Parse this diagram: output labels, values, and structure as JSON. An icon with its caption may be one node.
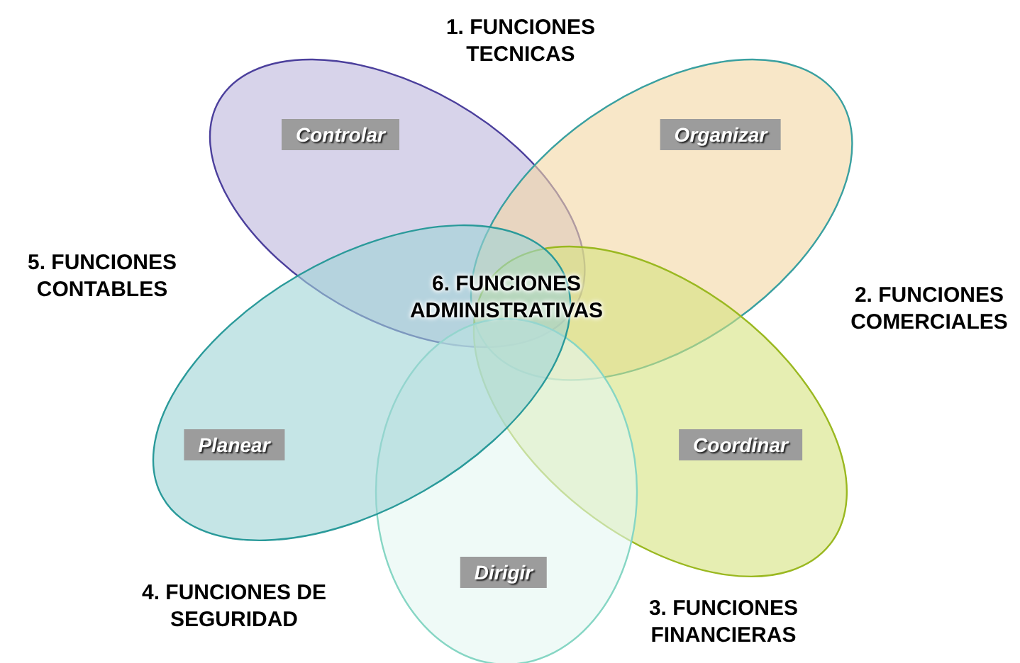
{
  "diagram": {
    "nodes": [
      {
        "text": [
          "1. FUNCIONES TECNICAS",
          "Controlar"
        ]
      },
      {
        "text": [
          "2. FUNCIONES COMERCIALES",
          "Organizar"
        ]
      },
      {
        "text": [
          "Coordinar",
          "3. FUNCIONES FINANCIERAS"
        ]
      },
      {
        "text": [
          "Dirigir",
          "4. FUNCIONES DE SEGURIDAD"
        ]
      },
      {
        "text": [
          "5. FUNCIONES CONTABLES",
          "Planear"
        ]
      }
    ],
    "edges": [],
    "labels": [
      "6. FUNCIONES ADMINISTRATIVAS"
    ]
  }
}
